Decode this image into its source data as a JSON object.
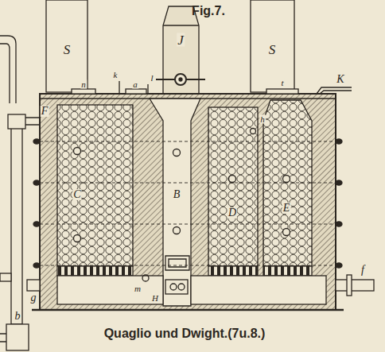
{
  "diagram": {
    "caption": "Quaglio und Dwight.(7u.8.)",
    "labels": [
      "Fig.7.",
      "S",
      "J",
      "S",
      "n",
      "a",
      "k",
      "l",
      "t",
      "K",
      "F",
      "h",
      "B",
      "C",
      "D",
      "E",
      "g",
      "m",
      "H",
      "f",
      "b"
    ]
  }
}
